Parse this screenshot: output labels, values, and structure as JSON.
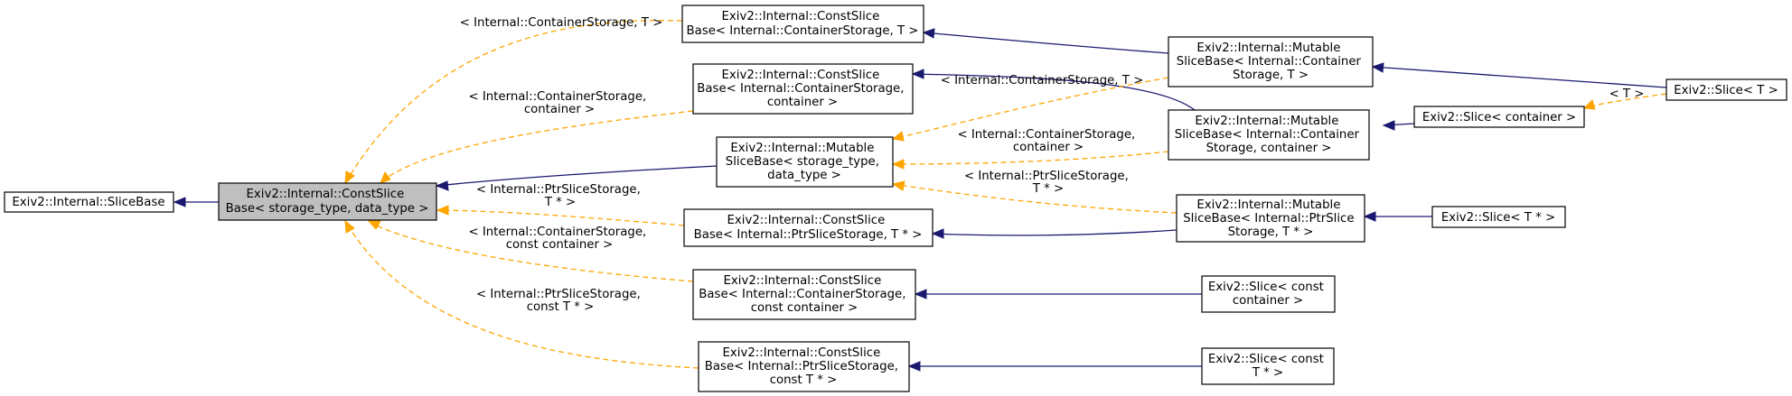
{
  "diagram": {
    "nodes": {
      "slicebase": [
        "Exiv2::Internal::SliceBase"
      ],
      "cs_main": [
        "Exiv2::Internal::ConstSlice",
        "Base< storage_type, data_type >"
      ],
      "cs_cont_T": [
        "Exiv2::Internal::ConstSlice",
        "Base< Internal::ContainerStorage, T >"
      ],
      "cs_cont_container": [
        "Exiv2::Internal::ConstSlice",
        "Base< Internal::ContainerStorage,",
        "container >"
      ],
      "ms_main": [
        "Exiv2::Internal::Mutable",
        "SliceBase< storage_type,",
        "data_type >"
      ],
      "cs_ptr_T": [
        "Exiv2::Internal::ConstSlice",
        "Base< Internal::PtrSliceStorage, T * >"
      ],
      "cs_cont_constcontainer": [
        "Exiv2::Internal::ConstSlice",
        "Base< Internal::ContainerStorage,",
        "const container >"
      ],
      "cs_ptr_constT": [
        "Exiv2::Internal::ConstSlice",
        "Base< Internal::PtrSliceStorage,",
        "const T * >"
      ],
      "ms_cont_T": [
        "Exiv2::Internal::Mutable",
        "SliceBase< Internal::Container",
        "Storage, T >"
      ],
      "ms_cont_container": [
        "Exiv2::Internal::Mutable",
        "SliceBase< Internal::Container",
        "Storage, container >"
      ],
      "ms_ptr_T": [
        "Exiv2::Internal::Mutable",
        "SliceBase< Internal::PtrSlice",
        "Storage, T * >"
      ],
      "slice_container": [
        "Exiv2::Slice< container >"
      ],
      "slice_T": [
        "Exiv2::Slice< T >"
      ],
      "slice_Tptr": [
        "Exiv2::Slice< T * >"
      ],
      "slice_const_container": [
        "Exiv2::Slice< const",
        "container >"
      ],
      "slice_const_Tptr": [
        "Exiv2::Slice< const",
        "T * >"
      ]
    },
    "edge_labels": {
      "cont_T": [
        "< Internal::ContainerStorage, T >"
      ],
      "cont_container": [
        "< Internal::ContainerStorage,",
        "container >"
      ],
      "ptr_T": [
        "< Internal::PtrSliceStorage,",
        "T * >"
      ],
      "cont_constcontainer": [
        "< Internal::ContainerStorage,",
        "const container >"
      ],
      "ptr_constT": [
        "< Internal::PtrSliceStorage,",
        "const T * >"
      ],
      "ms_cont_T": [
        "< Internal::ContainerStorage, T >"
      ],
      "ms_cont_container": [
        "< Internal::ContainerStorage,",
        "container >"
      ],
      "ms_ptr_T": [
        "< Internal::PtrSliceStorage,",
        "T * >"
      ],
      "slice_T": [
        "< T >"
      ]
    },
    "colors": {
      "inheritance_edge": "#191970",
      "template_edge": "#ffa500",
      "focus_fill": "#bfbfbf",
      "node_fill": "#ffffff",
      "node_border": "#000000"
    }
  }
}
